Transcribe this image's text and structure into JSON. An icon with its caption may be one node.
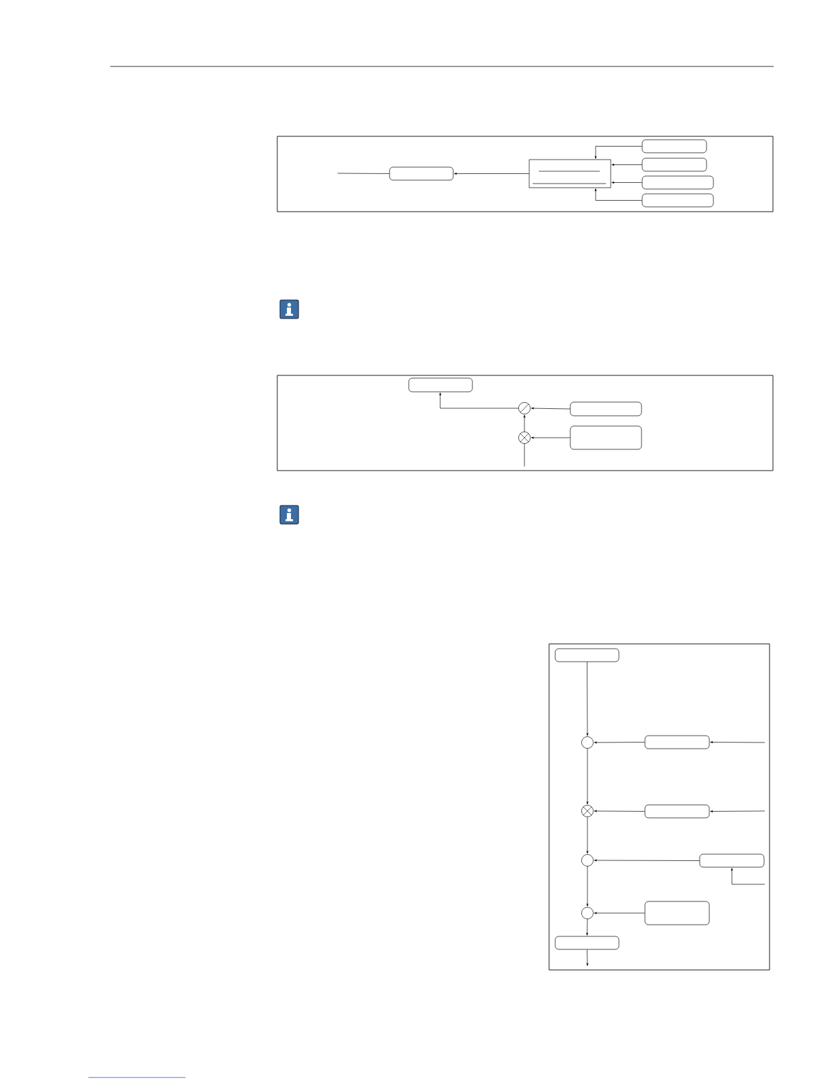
{
  "diagram": {
    "nodes": [
      {
        "text": [],
        "shape": "box"
      },
      {
        "text": [],
        "shape": "box",
        "in": 0
      },
      {
        "text": [],
        "shape": "box",
        "in": 0
      },
      {
        "text": [],
        "shape": "box",
        "in": 0
      },
      {
        "text": [],
        "shape": "box",
        "in": 0
      },
      {
        "text": [],
        "shape": "box",
        "in": 0
      },
      {
        "text": [],
        "shape": "box",
        "in": 0
      },
      {
        "text": [],
        "shape": "box"
      },
      {
        "text": [],
        "shape": "box",
        "in": 7
      },
      {
        "text": [],
        "shape": "circle",
        "in": 7
      },
      {
        "text": [],
        "shape": "box",
        "in": 7
      },
      {
        "text": [],
        "shape": "circle",
        "in": 7
      },
      {
        "text": [],
        "shape": "box",
        "in": 7
      },
      {
        "text": [],
        "shape": "box"
      },
      {
        "text": [],
        "shape": "box",
        "in": 13
      },
      {
        "text": [],
        "shape": "circle",
        "in": 13
      },
      {
        "text": [],
        "shape": "box",
        "in": 13
      },
      {
        "text": [],
        "shape": "circle",
        "in": 13
      },
      {
        "text": [],
        "shape": "box",
        "in": 13
      },
      {
        "text": [],
        "shape": "circle",
        "in": 13
      },
      {
        "text": [],
        "shape": "box",
        "in": 13
      },
      {
        "text": [],
        "shape": "circle",
        "in": 13
      },
      {
        "text": [],
        "shape": "box",
        "in": 13
      },
      {
        "text": [],
        "shape": "box",
        "in": 13
      }
    ],
    "edges": [
      {
        "from": null,
        "to": 1,
        "arrow": "none"
      },
      {
        "from": 2,
        "to": 1,
        "arrow": "to"
      },
      {
        "from": 3,
        "to": 2,
        "arrow": "to"
      },
      {
        "from": 4,
        "to": 2,
        "arrow": "to"
      },
      {
        "from": 5,
        "to": 2,
        "arrow": "to"
      },
      {
        "from": 6,
        "to": 2,
        "arrow": "to"
      },
      {
        "from": 9,
        "to": 8,
        "arrow": "to"
      },
      {
        "from": 10,
        "to": 9,
        "arrow": "to"
      },
      {
        "from": 11,
        "to": 9,
        "arrow": "to"
      },
      {
        "from": 12,
        "to": 11,
        "arrow": "to"
      },
      {
        "from": null,
        "to": 11,
        "arrow": "none"
      },
      {
        "from": 14,
        "to": 15,
        "arrow": "to"
      },
      {
        "from": 15,
        "to": 17,
        "arrow": "to"
      },
      {
        "from": 16,
        "to": 15,
        "arrow": "to"
      },
      {
        "from": null,
        "to": 16,
        "arrow": "to"
      },
      {
        "from": 17,
        "to": 19,
        "arrow": "to"
      },
      {
        "from": 18,
        "to": 17,
        "arrow": "to"
      },
      {
        "from": null,
        "to": 18,
        "arrow": "to"
      },
      {
        "from": 19,
        "to": 21,
        "arrow": "to"
      },
      {
        "from": 20,
        "to": 19,
        "arrow": "to"
      },
      {
        "from": null,
        "to": 20,
        "arrow": "to"
      },
      {
        "from": 22,
        "to": 21,
        "arrow": "to"
      },
      {
        "from": 21,
        "to": 23,
        "arrow": "to"
      },
      {
        "from": 23,
        "to": null,
        "arrow": "to"
      }
    ]
  }
}
